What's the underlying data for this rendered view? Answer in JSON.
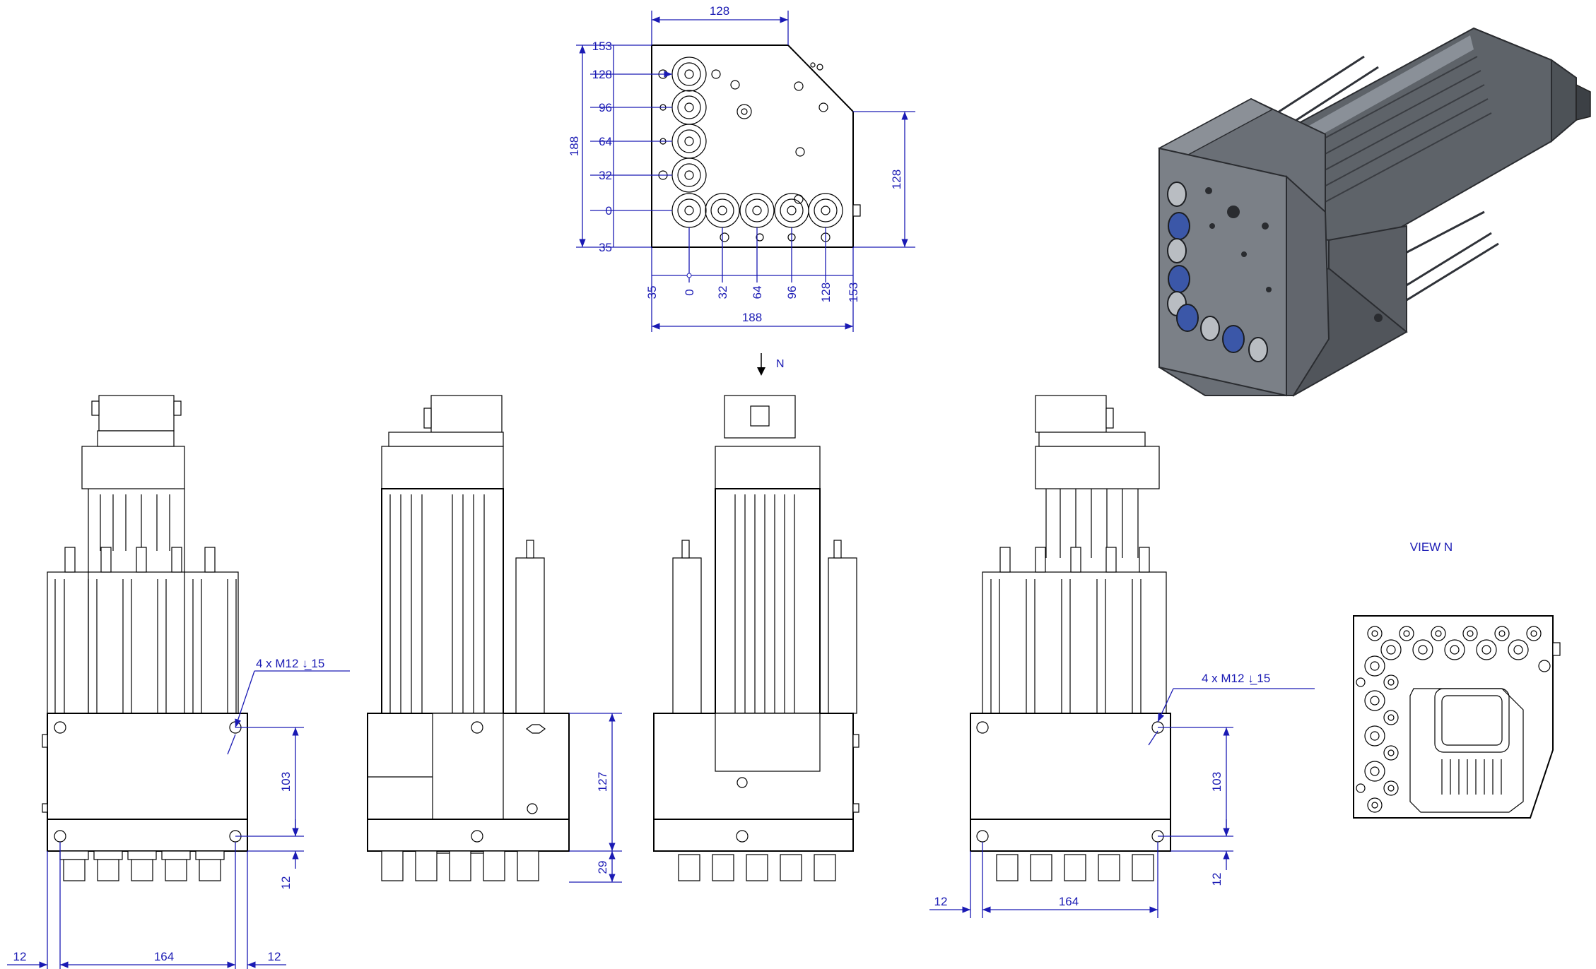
{
  "top_view": {
    "width_top": "128",
    "height_left": "188",
    "height_right": "128",
    "width_bottom": "188",
    "left_ordinates": [
      "153",
      "128",
      "96",
      "64",
      "32",
      "0",
      "35"
    ],
    "bottom_ordinates": [
      "35",
      "0",
      "32",
      "64",
      "96",
      "128",
      "153"
    ]
  },
  "view_arrow_label": "N",
  "view_n_title": "VIEW  N",
  "front_view": {
    "hole_note": "4 x  M12  ↓̲  15",
    "height_103": "103",
    "height_12": "12",
    "width_left": "12",
    "width_mid": "164",
    "width_right": "12"
  },
  "side_view": {
    "height_127": "127",
    "height_29": "29"
  },
  "back_view": {
    "hole_note": "4 x  M12  ↓̲  15",
    "height_103": "103",
    "height_12": "12",
    "width_left": "12",
    "width_mid": "164"
  },
  "colors": {
    "dimension": "#1a1ab4",
    "outline": "#000000",
    "iso_body": "#6f747c",
    "iso_accent": "#3b57a8"
  }
}
